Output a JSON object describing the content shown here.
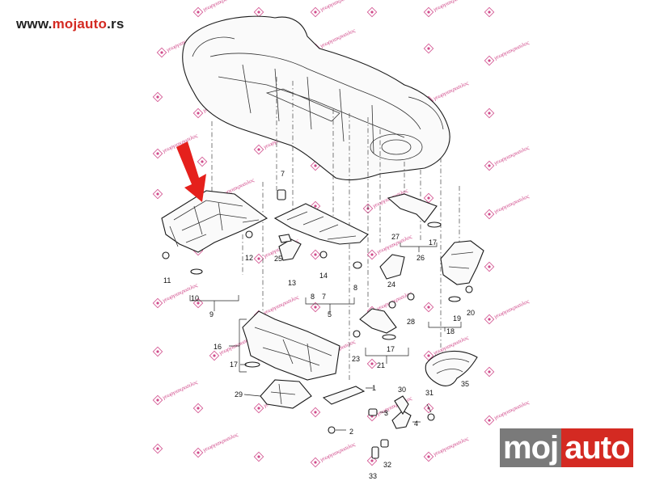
{
  "header": {
    "site_prefix": "www.",
    "site_brand": "mojauto",
    "site_suffix": ".rs"
  },
  "logo": {
    "part1": "moj",
    "part2": "auto"
  },
  "watermark": {
    "text": "γεωργιακρυσιλος"
  },
  "colors": {
    "arrow": "#e5201c",
    "watermark": "#d04a8a",
    "brand_red": "#d42a22"
  },
  "labels": [
    {
      "id": "l1",
      "text": "1"
    },
    {
      "id": "l2",
      "text": "2"
    },
    {
      "id": "l3",
      "text": "3"
    },
    {
      "id": "l4",
      "text": "4"
    },
    {
      "id": "l5",
      "text": "5"
    },
    {
      "id": "l7a",
      "text": "7"
    },
    {
      "id": "l7b",
      "text": "7"
    },
    {
      "id": "l8a",
      "text": "8"
    },
    {
      "id": "l8b",
      "text": "8"
    },
    {
      "id": "l9",
      "text": "9"
    },
    {
      "id": "l10",
      "text": "10"
    },
    {
      "id": "l11",
      "text": "11"
    },
    {
      "id": "l12",
      "text": "12"
    },
    {
      "id": "l13",
      "text": "13"
    },
    {
      "id": "l14",
      "text": "14"
    },
    {
      "id": "l16",
      "text": "16"
    },
    {
      "id": "l17a",
      "text": "17"
    },
    {
      "id": "l17b",
      "text": "17"
    },
    {
      "id": "l17c",
      "text": "17"
    },
    {
      "id": "l18",
      "text": "18"
    },
    {
      "id": "l19",
      "text": "19"
    },
    {
      "id": "l20",
      "text": "20"
    },
    {
      "id": "l21",
      "text": "21"
    },
    {
      "id": "l23",
      "text": "23"
    },
    {
      "id": "l24",
      "text": "24"
    },
    {
      "id": "l25",
      "text": "25"
    },
    {
      "id": "l26",
      "text": "26"
    },
    {
      "id": "l27",
      "text": "27"
    },
    {
      "id": "l28",
      "text": "28"
    },
    {
      "id": "l29",
      "text": "29"
    },
    {
      "id": "l30",
      "text": "30"
    },
    {
      "id": "l31",
      "text": "31"
    },
    {
      "id": "l32",
      "text": "32"
    },
    {
      "id": "l33",
      "text": "33"
    },
    {
      "id": "l35",
      "text": "35"
    }
  ]
}
